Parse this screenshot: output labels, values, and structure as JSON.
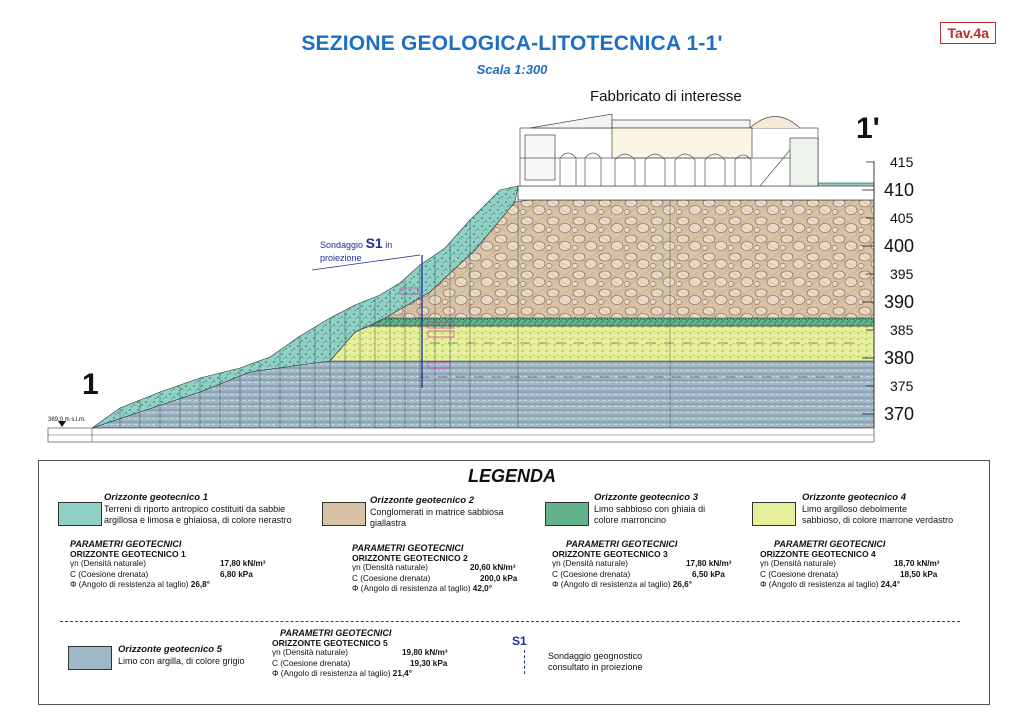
{
  "header": {
    "title": "SEZIONE GEOLOGICA-LITOTECNICA 1-1'",
    "scale": "Scala 1:300",
    "table_ref": "Tav.4a"
  },
  "section": {
    "building_label": "Fabbricato di interesse",
    "start_label": "1",
    "end_label": "1'",
    "datum_label": "369,0 m s.l.m.",
    "elevations": [
      "415",
      "410",
      "405",
      "400",
      "395",
      "390",
      "385",
      "380",
      "375",
      "370"
    ],
    "borehole": {
      "prefix": "Sondaggio",
      "id": "S1",
      "suffix": "in",
      "line2": "proiezione"
    }
  },
  "legend": {
    "title": "LEGENDA",
    "horizons": [
      {
        "title": "Orizzonte geotecnico 1",
        "desc": [
          "Terreni di riporto antropico costituiti da sabbie",
          "argillosa e limosa e ghiaiosa, di colore nerastro"
        ]
      },
      {
        "title": "Orizzonte geotecnico 2",
        "desc": [
          "Conglomerati in matrice sabbiosa",
          "giallastra"
        ]
      },
      {
        "title": "Orizzonte geotecnico 3",
        "desc": [
          "Limo sabbioso con ghiaia di",
          "colore marroncino"
        ]
      },
      {
        "title": "Orizzonte geotecnico 4",
        "desc": [
          "Limo argilloso debolmente",
          "sabbioso, di colore marrone verdastro"
        ]
      },
      {
        "title": "Orizzonte geotecnico 5",
        "desc": [
          "Limo con argilla, di colore grigio"
        ]
      }
    ],
    "params_heading": "PARAMETRI GEOTECNICI",
    "params": [
      {
        "sub": "ORIZZONTE GEOTECNICO 1",
        "gamma": "17,80 kN/m³",
        "c": "6,80 kPa",
        "phi": "26,8°"
      },
      {
        "sub": "ORIZZONTE GEOTECNICO 2",
        "gamma": "20,60 kN/m³",
        "c": "200,0 kPa",
        "phi": "42,0°"
      },
      {
        "sub": "ORIZZONTE GEOTECNICO 3",
        "gamma": "17,80 kN/m³",
        "c": "6,50 kPa",
        "phi": "26,6°"
      },
      {
        "sub": "ORIZZONTE GEOTECNICO 4",
        "gamma": "18,70 kN/m³",
        "c": "18,50 kPa",
        "phi": "24,4°"
      },
      {
        "sub": "ORIZZONTE GEOTECNICO 5",
        "gamma": "19,80 kN/m³",
        "c": "19,30 kPa",
        "phi": "21,4°"
      }
    ],
    "param_labels": {
      "gamma": "γn (Densità naturale)",
      "c": "C  (Coesione drenata)",
      "phi": "Φ  (Angolo di resistenza al taglio)"
    },
    "borehole_key": {
      "id": "S1",
      "desc": [
        "Sondaggio geognostico",
        "consultato in proiezione"
      ]
    }
  },
  "colors": {
    "title_blue": "#1d6fc4",
    "tav_red": "#c0292b",
    "horizon1": "#8fd1c4",
    "horizon2": "#d8c2a6",
    "horizon3": "#63b38a",
    "horizon4": "#e6ef9a",
    "horizon5": "#9fb7c7",
    "borehole": "#1e2f9c"
  }
}
